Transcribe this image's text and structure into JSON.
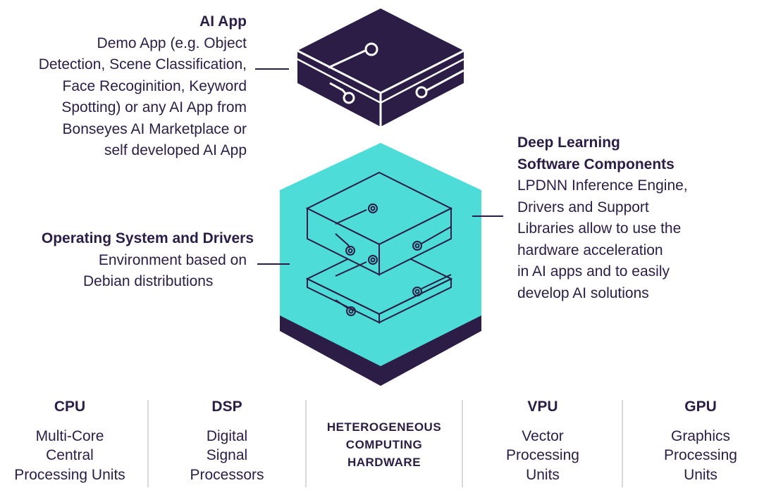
{
  "ai_app": {
    "title": "AI App",
    "lines": [
      "Demo App (e.g. Object",
      "Detection, Scene Classification,",
      "Face Recoginition, Keyword",
      "Spotting) or any AI App from",
      "Bonseyes AI Marketplace or",
      "self developed AI App"
    ]
  },
  "deep_learning": {
    "title_lines": [
      "Deep Learning",
      "Software Components"
    ],
    "lines": [
      "LPDNN Inference Engine,",
      "Drivers and Support",
      "Libraries allow to use the",
      "hardware acceleration",
      "in AI apps and to easily",
      "develop AI solutions"
    ]
  },
  "os": {
    "title": "Operating System and Drivers",
    "lines": [
      "Environment based on",
      "Debian distributions"
    ]
  },
  "hardware": {
    "center": [
      "HETEROGENEOUS",
      "COMPUTING",
      "HARDWARE"
    ],
    "items": [
      {
        "title": "CPU",
        "lines": [
          "Multi-Core",
          "Central",
          "Processing Units"
        ]
      },
      {
        "title": "DSP",
        "lines": [
          "Digital",
          "Signal",
          "Processors"
        ]
      },
      {
        "title": "VPU",
        "lines": [
          "Vector",
          "Processing",
          "Units"
        ]
      },
      {
        "title": "GPU",
        "lines": [
          "Graphics",
          "Processing",
          "Units"
        ]
      }
    ]
  },
  "colors": {
    "dark": "#2b1d45",
    "teal": "#4ddcd8",
    "separator": "#d8d8de"
  },
  "icons": [
    "chip-box-icon",
    "hexagon-icon",
    "stacked-chips-icon"
  ]
}
